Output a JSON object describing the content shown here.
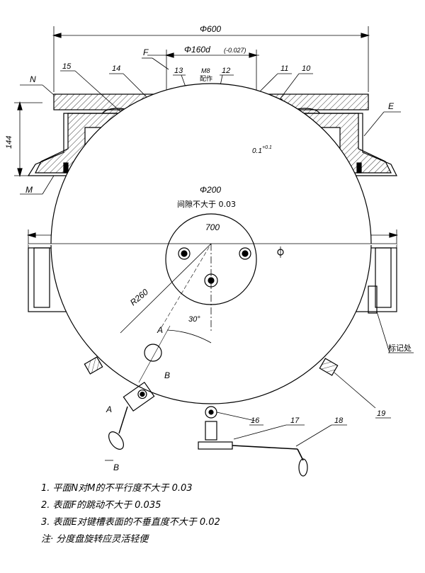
{
  "dimensions": {
    "d600": "Φ600",
    "d160": "Φ160d",
    "d160_tol": "(-0.027)",
    "h144": "144",
    "d200": "Φ200",
    "clearance": "间隙不大于 0.03",
    "tol01": "0.1",
    "tol01_sup": "+0.1",
    "w700": "700",
    "r260": "R260",
    "angle30": "30°"
  },
  "labels": {
    "N": "N",
    "F": "F",
    "M": "M",
    "E": "E",
    "p15": "15",
    "p14": "14",
    "p13": "13",
    "p12": "12",
    "p11": "11",
    "p10": "10",
    "m8": "M8",
    "peizuo": "配作",
    "A1": "A",
    "A2": "A",
    "B1": "B",
    "B2": "B",
    "p16": "16",
    "p17": "17",
    "p18": "18",
    "p19": "19",
    "mark": "标记处"
  },
  "notes": [
    "1.  平面N对M的不平行度不大于 0.03",
    "2.  表面F的跳动不大于 0.035",
    "3.  表面E对键槽表面的不垂直度不大于 0.02",
    "注· 分度盘旋转应灵活轻便"
  ]
}
